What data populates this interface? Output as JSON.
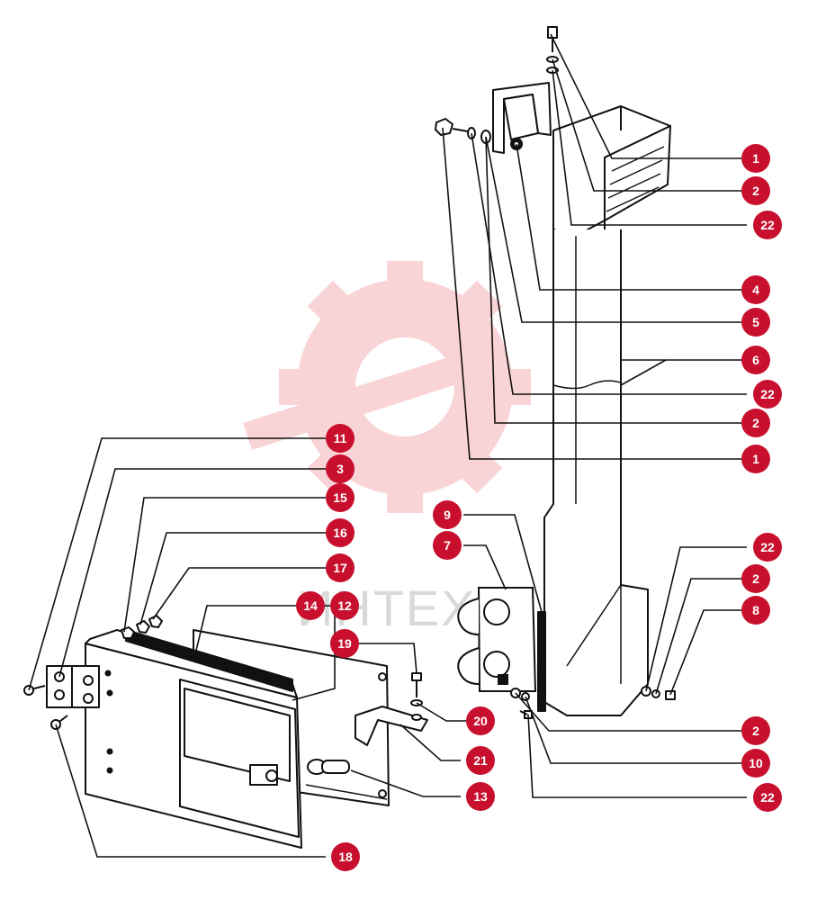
{
  "diagram": {
    "watermark_text": "ИНТЕХ",
    "colors": {
      "callout_fill": "#c8102e",
      "callout_text": "#ffffff",
      "line": "#111111",
      "watermark": "#e8424f"
    },
    "callouts": [
      {
        "id": "c1a",
        "label": "1"
      },
      {
        "id": "c2a",
        "label": "2"
      },
      {
        "id": "c22a",
        "label": "22"
      },
      {
        "id": "c4",
        "label": "4"
      },
      {
        "id": "c5",
        "label": "5"
      },
      {
        "id": "c6",
        "label": "6"
      },
      {
        "id": "c22b",
        "label": "22"
      },
      {
        "id": "c2b",
        "label": "2"
      },
      {
        "id": "c1b",
        "label": "1"
      },
      {
        "id": "c22c",
        "label": "22"
      },
      {
        "id": "c2c",
        "label": "2"
      },
      {
        "id": "c8",
        "label": "8"
      },
      {
        "id": "c2d",
        "label": "2"
      },
      {
        "id": "c10",
        "label": "10"
      },
      {
        "id": "c22d",
        "label": "22"
      },
      {
        "id": "c9",
        "label": "9"
      },
      {
        "id": "c7",
        "label": "7"
      },
      {
        "id": "c11",
        "label": "11"
      },
      {
        "id": "c3",
        "label": "3"
      },
      {
        "id": "c15",
        "label": "15"
      },
      {
        "id": "c16",
        "label": "16"
      },
      {
        "id": "c17",
        "label": "17"
      },
      {
        "id": "c14",
        "label": "14"
      },
      {
        "id": "c12",
        "label": "12"
      },
      {
        "id": "c19",
        "label": "19"
      },
      {
        "id": "c20",
        "label": "20"
      },
      {
        "id": "c21",
        "label": "21"
      },
      {
        "id": "c13",
        "label": "13"
      },
      {
        "id": "c18",
        "label": "18"
      }
    ]
  }
}
